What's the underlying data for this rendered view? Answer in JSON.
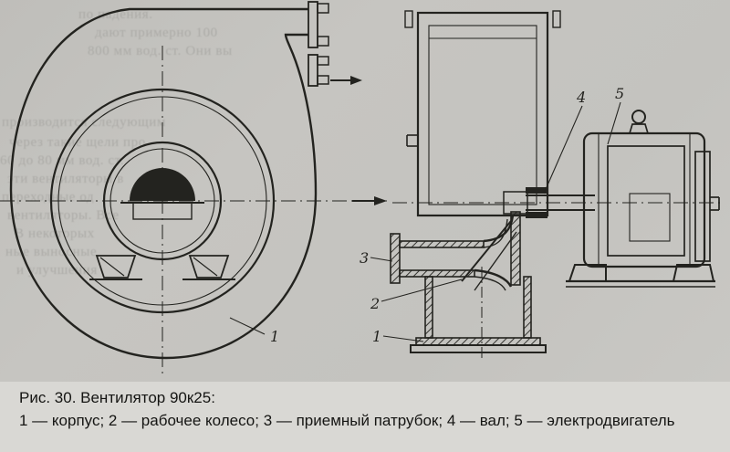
{
  "caption": {
    "line1": "Рис. 30. Вентилятор 90к25:",
    "line2": "1 — корпус; 2 — рабочее колесо; 3 — приемный патрубок; 4 — вал; 5 — электродвигатель"
  },
  "callouts": {
    "n1": "1",
    "n2": "2",
    "n3": "3",
    "n4": "4",
    "n5": "5"
  },
  "bleedthrough": {
    "lines": [
      "по падения.",
      "дают примерно 100",
      "800 мм вод. ст. Они вы",
      "производится следующим",
      "через такие щели про",
      "60 до 80 мм вод. ст.",
      "эти вентиляторы в",
      "переходные од",
      "вентиляторы. Все",
      "В некоторых",
      "ные выносные",
      "и улучшения"
    ]
  },
  "colors": {
    "paper": "#c4c3bf",
    "caption_band": "#d9d8d4",
    "ink": "#23231f",
    "faint_text": "#a8a7a3"
  }
}
